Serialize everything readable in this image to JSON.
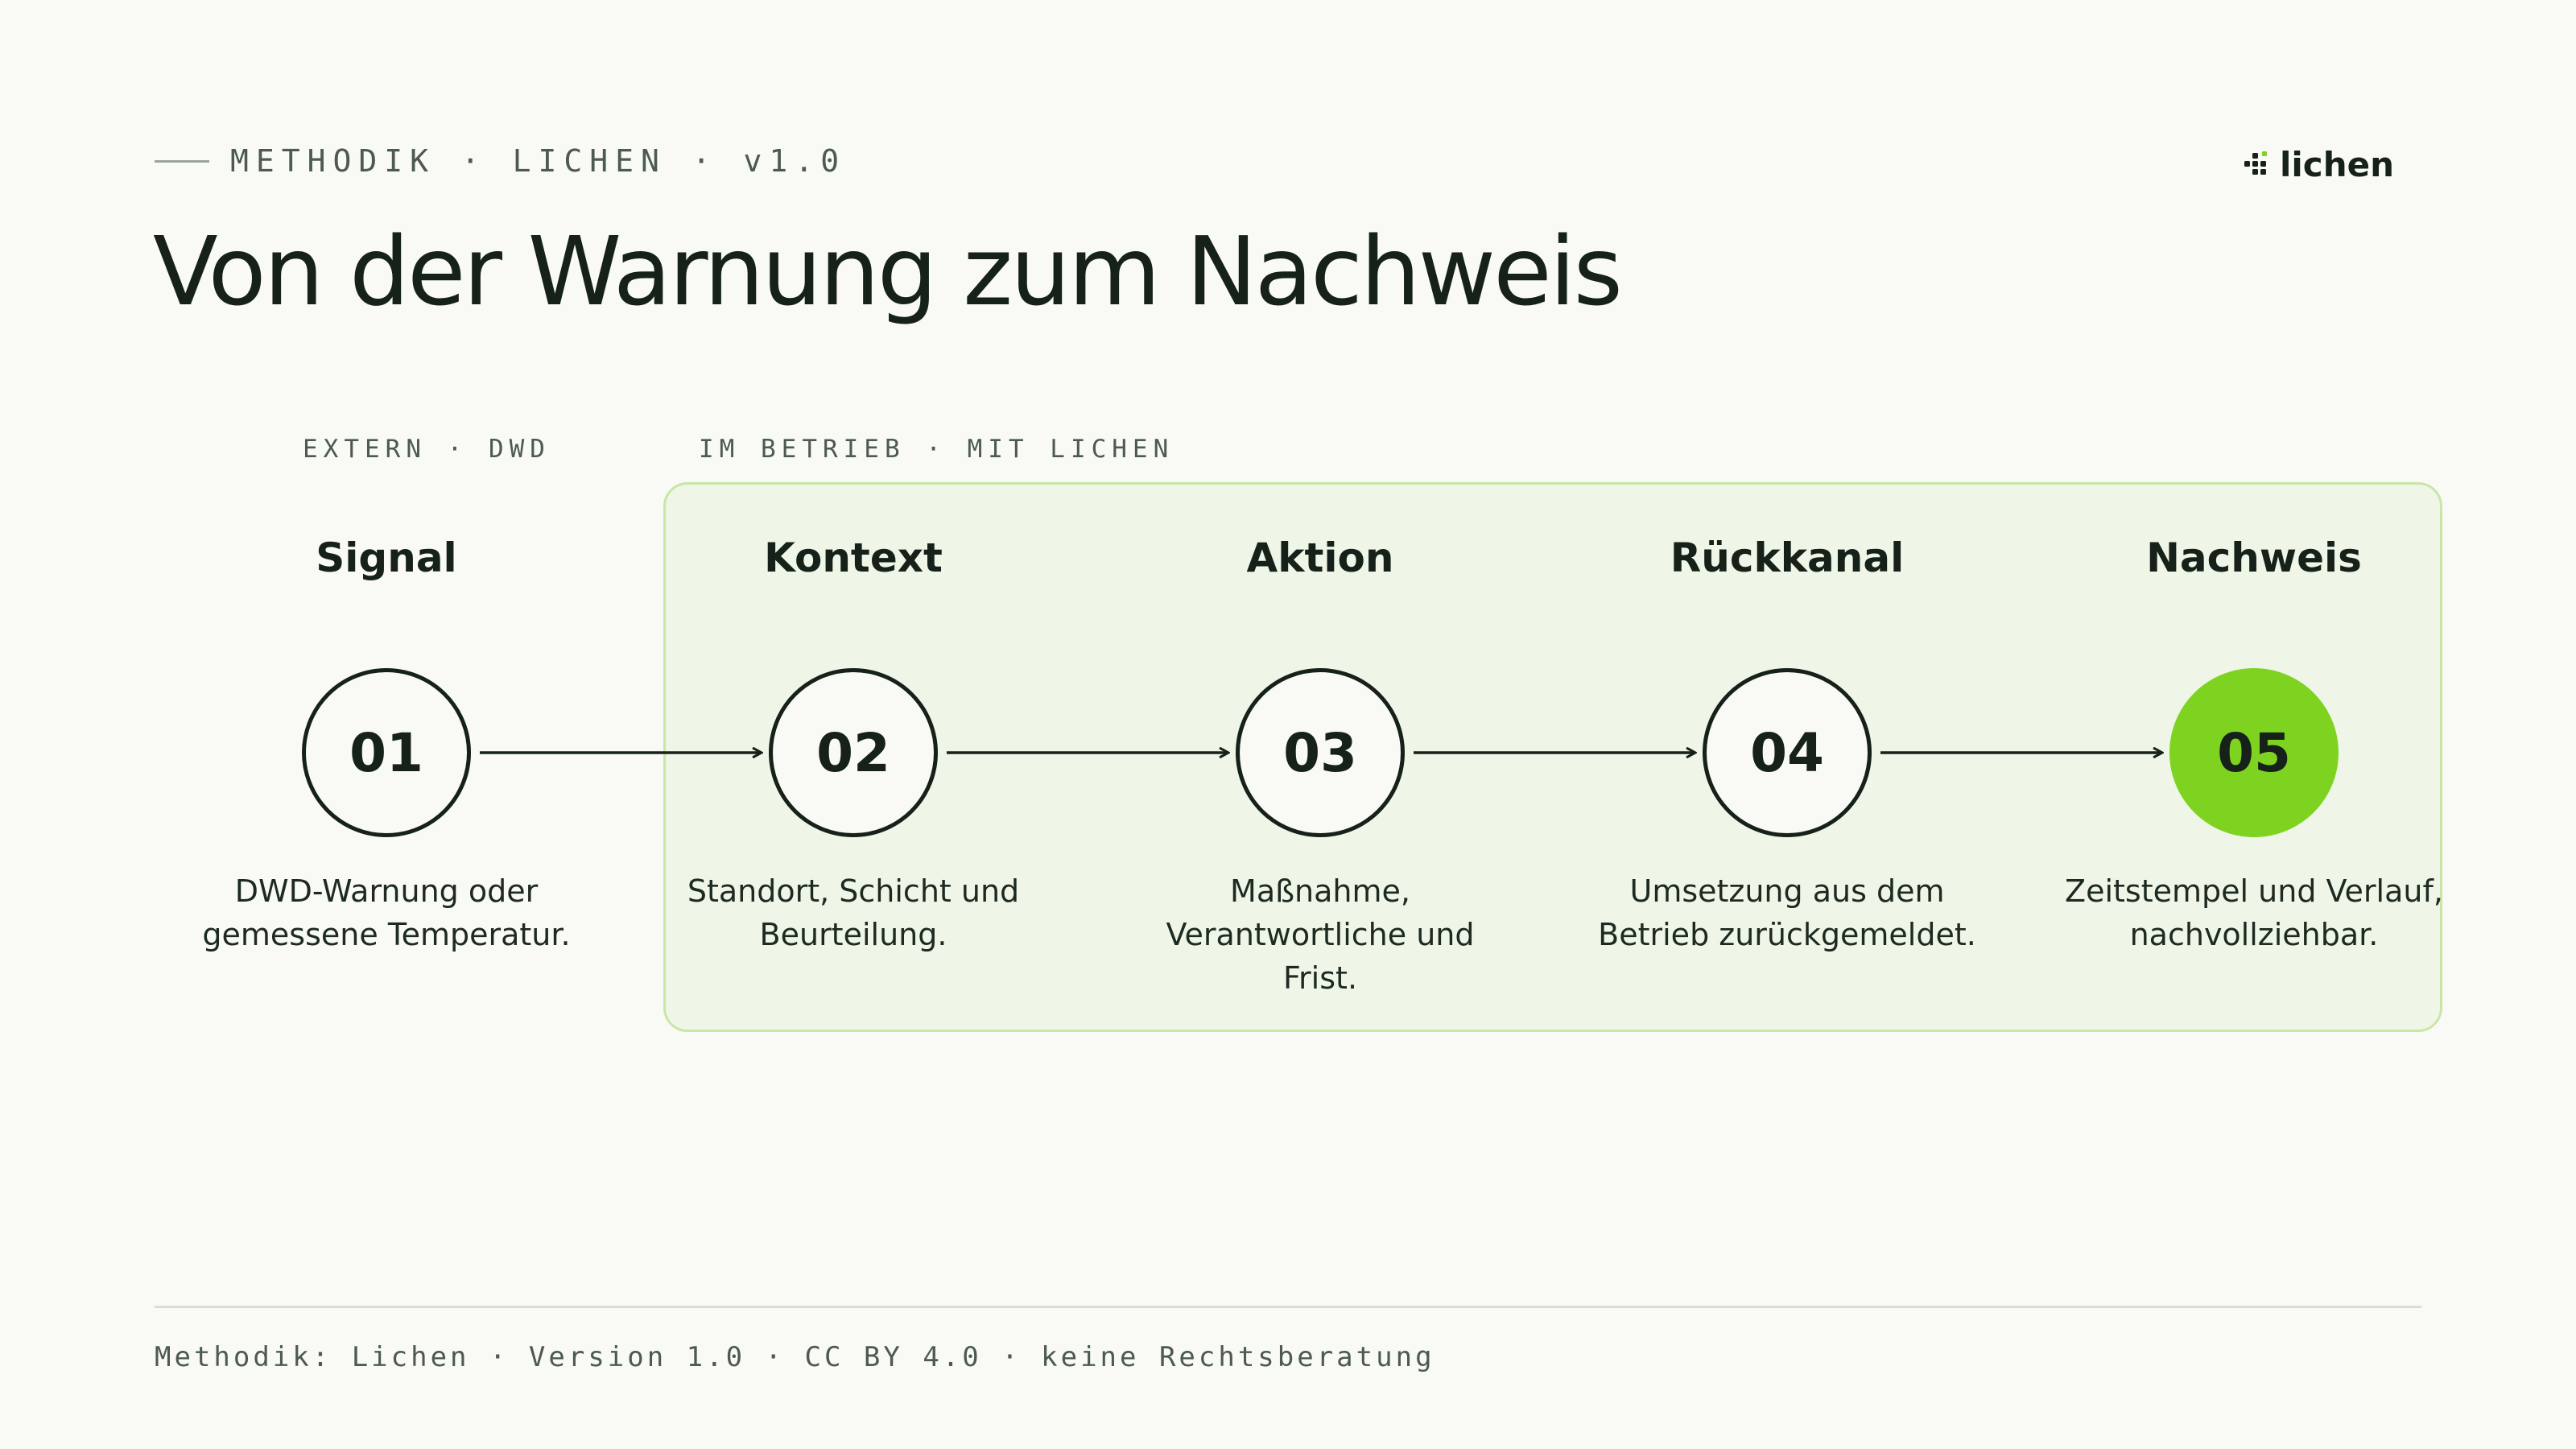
{
  "header": {
    "eyebrow": "METHODIK · LICHEN · v1.0",
    "title": "Von der Warnung zum Nachweis",
    "logo_text": "lichen"
  },
  "zones": {
    "external": "EXTERN · DWD",
    "internal": "IM BETRIEB · MIT LICHEN"
  },
  "steps": [
    {
      "title": "Signal",
      "number": "01",
      "line1": "DWD-Warnung oder",
      "line2": "gemessene Temperatur.",
      "line3": ""
    },
    {
      "title": "Kontext",
      "number": "02",
      "line1": "Standort, Schicht und",
      "line2": "Beurteilung.",
      "line3": ""
    },
    {
      "title": "Aktion",
      "number": "03",
      "line1": "Maßnahme,",
      "line2": "Verantwortliche und",
      "line3": "Frist."
    },
    {
      "title": "Rückkanal",
      "number": "04",
      "line1": "Umsetzung aus dem",
      "line2": "Betrieb zurückgemeldet.",
      "line3": ""
    },
    {
      "title": "Nachweis",
      "number": "05",
      "line1": "Zeitstempel und Verlauf,",
      "line2": "nachvollziehbar.",
      "line3": ""
    }
  ],
  "colors": {
    "accent": "#7ed321",
    "panel": "#f0f6e7",
    "panel_border": "#c9e6a7",
    "ink": "#16211a"
  },
  "footer": {
    "text": "Methodik: Lichen · Version 1.0 · CC BY 4.0 · keine Rechtsberatung"
  }
}
